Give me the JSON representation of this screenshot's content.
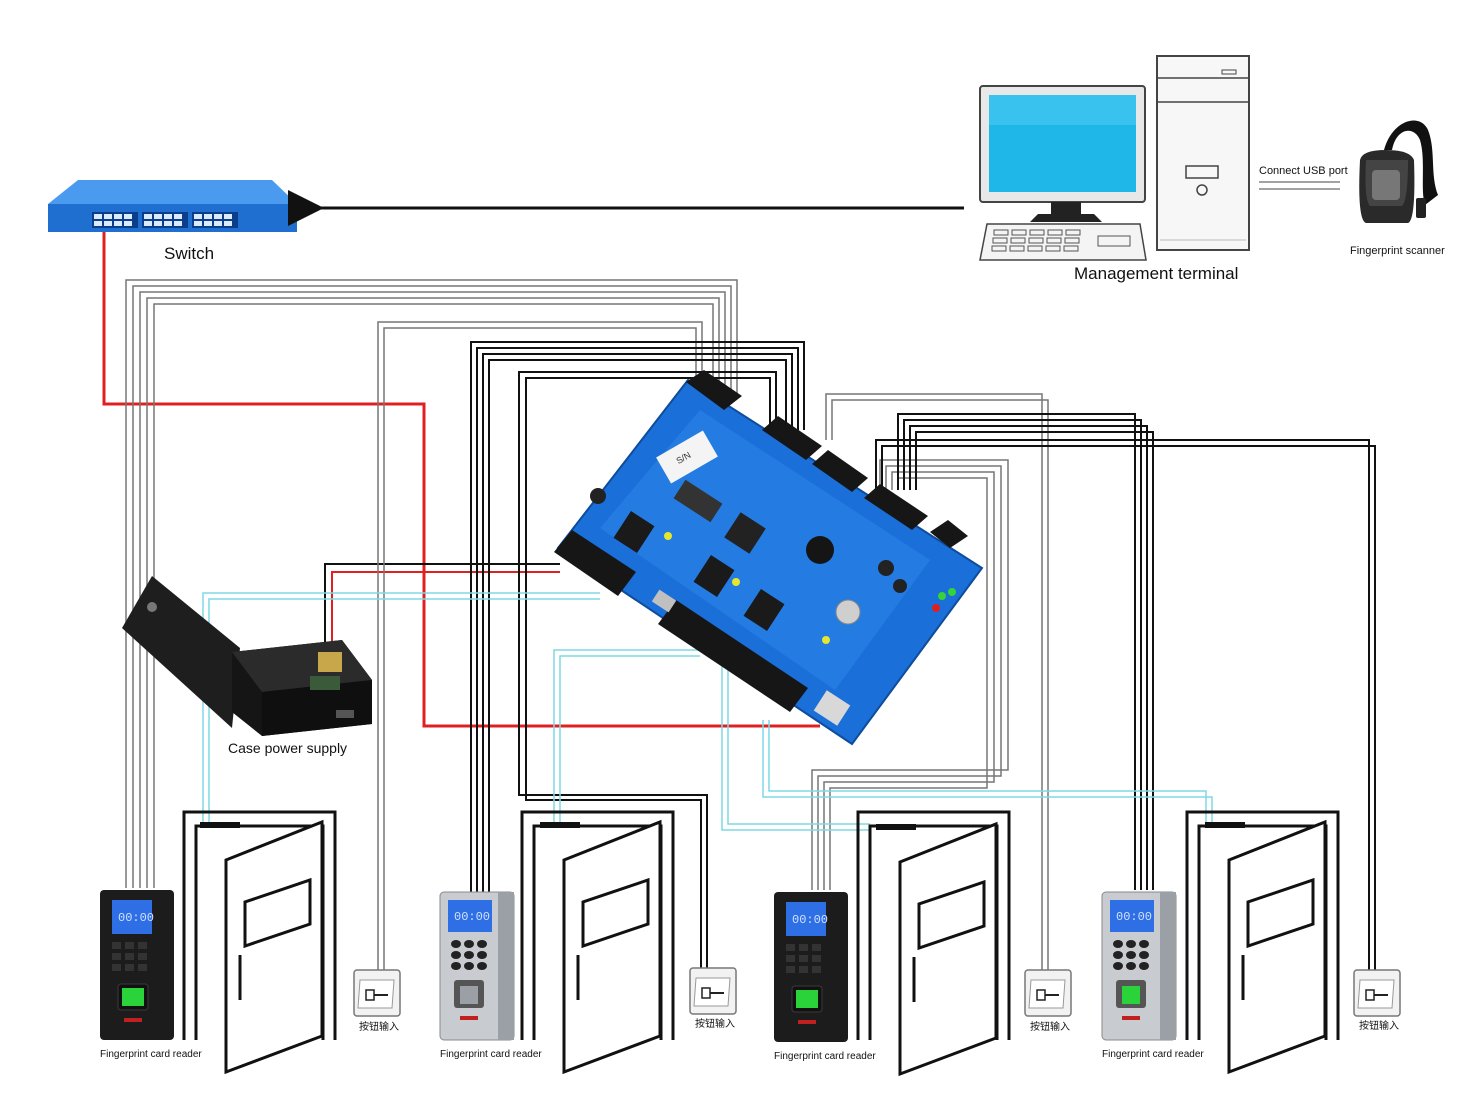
{
  "labels": {
    "switch": "Switch",
    "management_terminal": "Management terminal",
    "connect_usb": "Connect USB port",
    "fingerprint_scanner": "Fingerprint scanner",
    "case_power_supply": "Case power supply",
    "reader_1": "Fingerprint card reader",
    "reader_2": "Fingerprint card reader",
    "reader_3": "Fingerprint card reader",
    "reader_4": "Fingerprint card reader",
    "button_1": "按钮输入",
    "button_2": "按钮输入",
    "button_3": "按钮输入",
    "button_4": "按钮输入",
    "reader_screen": "00:00",
    "board_serial_label": "S/N"
  },
  "colors": {
    "switch_blue": "#1f6fd1",
    "board_blue": "#1a6fd8",
    "network_cable": "#e02020",
    "power_wire_cyan": "#7fd9e6",
    "wire_black": "#111111",
    "wire_gray": "#888888"
  },
  "icons": {
    "switch": "network-switch-icon",
    "computer": "desktop-computer-icon",
    "scanner": "fingerprint-scanner-icon",
    "power_box": "power-supply-box-icon",
    "board": "access-controller-board-icon",
    "reader": "fingerprint-reader-icon",
    "door": "door-icon",
    "exit_button": "exit-button-icon"
  }
}
